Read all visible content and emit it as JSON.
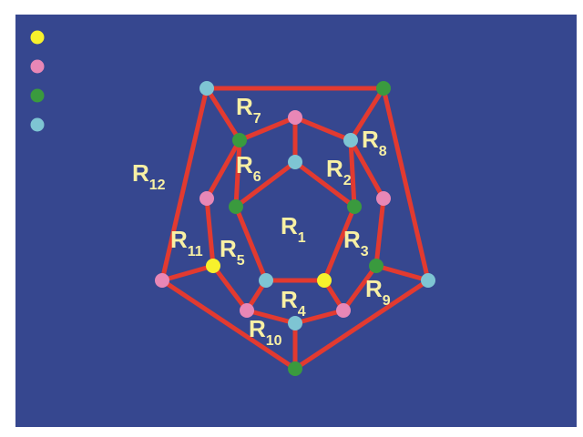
{
  "legend": [
    {
      "color": "#f7f12c"
    },
    {
      "color": "#e887b6"
    },
    {
      "color": "#3a9a3e"
    },
    {
      "color": "#7ec5d3"
    }
  ],
  "colors": {
    "background": "#36478f",
    "edge": "#e23a30",
    "label": "#f8f0a4"
  },
  "regions": [
    {
      "id": "R1",
      "letter": "R",
      "sub": "1"
    },
    {
      "id": "R2",
      "letter": "R",
      "sub": "2"
    },
    {
      "id": "R3",
      "letter": "R",
      "sub": "3"
    },
    {
      "id": "R4",
      "letter": "R",
      "sub": "4"
    },
    {
      "id": "R5",
      "letter": "R",
      "sub": "5"
    },
    {
      "id": "R6",
      "letter": "R",
      "sub": "6"
    },
    {
      "id": "R7",
      "letter": "R",
      "sub": "7"
    },
    {
      "id": "R8",
      "letter": "R",
      "sub": "8"
    },
    {
      "id": "R9",
      "letter": "R",
      "sub": "9"
    },
    {
      "id": "R10",
      "letter": "R",
      "sub": "10"
    },
    {
      "id": "R11",
      "letter": "R",
      "sub": "11"
    },
    {
      "id": "R12",
      "letter": "R",
      "sub": "12"
    }
  ],
  "vertices": [
    {
      "id": "in-top",
      "color": "cyan"
    },
    {
      "id": "in-right",
      "color": "green"
    },
    {
      "id": "in-br",
      "color": "yellow"
    },
    {
      "id": "in-bl",
      "color": "cyan"
    },
    {
      "id": "in-left",
      "color": "green"
    },
    {
      "id": "mid-top",
      "color": "pink"
    },
    {
      "id": "mid-ur",
      "color": "cyan"
    },
    {
      "id": "mid-right",
      "color": "pink"
    },
    {
      "id": "mid-rlow",
      "color": "green"
    },
    {
      "id": "mid-br",
      "color": "pink"
    },
    {
      "id": "mid-bottom",
      "color": "cyan"
    },
    {
      "id": "mid-bl",
      "color": "pink"
    },
    {
      "id": "mid-left-low",
      "color": "yellow"
    },
    {
      "id": "mid-left",
      "color": "pink"
    },
    {
      "id": "mid-ul",
      "color": "green"
    },
    {
      "id": "out-tl",
      "color": "cyan"
    },
    {
      "id": "out-tr",
      "color": "green"
    },
    {
      "id": "out-right",
      "color": "cyan"
    },
    {
      "id": "out-bottom",
      "color": "green"
    },
    {
      "id": "out-left",
      "color": "pink"
    }
  ],
  "edges": [
    [
      "in-top",
      "in-right"
    ],
    [
      "in-right",
      "in-br"
    ],
    [
      "in-br",
      "in-bl"
    ],
    [
      "in-bl",
      "in-left"
    ],
    [
      "in-left",
      "in-top"
    ],
    [
      "mid-top",
      "mid-ur"
    ],
    [
      "mid-ur",
      "mid-right"
    ],
    [
      "mid-right",
      "mid-rlow"
    ],
    [
      "mid-rlow",
      "mid-br"
    ],
    [
      "mid-br",
      "mid-bottom"
    ],
    [
      "mid-bottom",
      "mid-bl"
    ],
    [
      "mid-bl",
      "mid-left-low"
    ],
    [
      "mid-left-low",
      "mid-left"
    ],
    [
      "mid-left",
      "mid-ul"
    ],
    [
      "mid-ul",
      "mid-top"
    ],
    [
      "in-top",
      "mid-top"
    ],
    [
      "in-right",
      "mid-ur"
    ],
    [
      "in-br",
      "mid-br"
    ],
    [
      "in-bl",
      "mid-bl"
    ],
    [
      "in-left",
      "mid-ul"
    ],
    [
      "out-tl",
      "out-tr"
    ],
    [
      "out-tr",
      "out-right"
    ],
    [
      "out-right",
      "out-bottom"
    ],
    [
      "out-bottom",
      "out-left"
    ],
    [
      "out-left",
      "out-tl"
    ],
    [
      "out-tl",
      "mid-ul"
    ],
    [
      "out-tr",
      "mid-ur"
    ],
    [
      "out-right",
      "mid-rlow"
    ],
    [
      "out-bottom",
      "mid-bottom"
    ],
    [
      "out-left",
      "mid-left-low"
    ]
  ],
  "palette": {
    "yellow": "#f7f12c",
    "pink": "#e887b6",
    "green": "#3a9a3e",
    "cyan": "#7ec5d3"
  }
}
